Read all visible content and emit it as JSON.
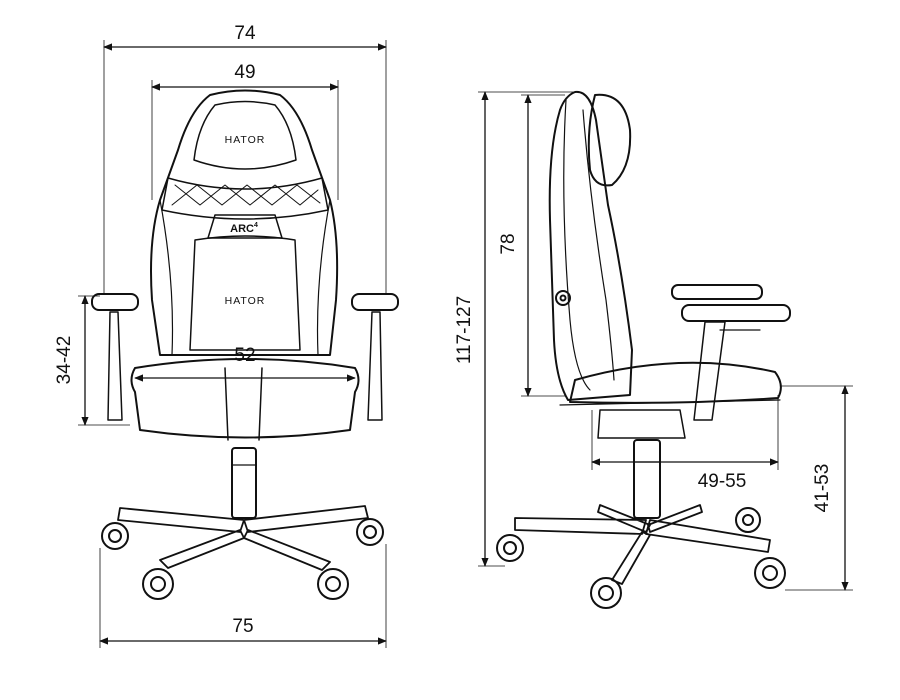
{
  "dimensions": {
    "overall_width": "74",
    "backrest_width": "49",
    "armrest_height": "34-42",
    "seat_width": "52",
    "base_width": "75",
    "total_height": "117-127",
    "backrest_height": "78",
    "seat_depth": "49-55",
    "seat_height": "41-53"
  },
  "branding": {
    "headrest_logo": "HATOR",
    "lumbar_logo": "HATOR",
    "series_badge": "ARC",
    "series_superscript": "4"
  }
}
